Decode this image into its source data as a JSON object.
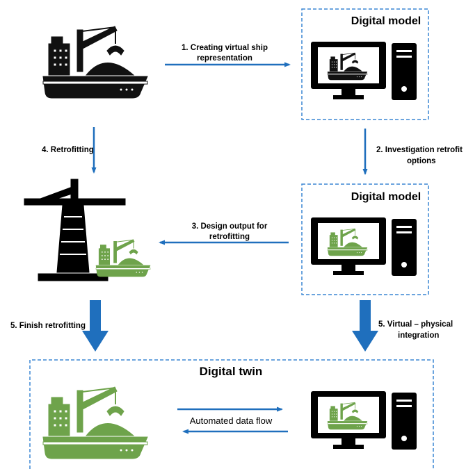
{
  "boxes": {
    "digital_model_top": "Digital model",
    "digital_model_mid": "Digital model",
    "digital_twin": "Digital twin"
  },
  "steps": {
    "s1_line1": "1. Creating virtual ship",
    "s1_line2": "representation",
    "s2_line1": "2. Investigation retrofit",
    "s2_line2": "options",
    "s3_line1": "3. Design output for",
    "s3_line2": "retrofitting",
    "s4": "4. Retrofitting",
    "s5_left": "5. Finish retrofitting",
    "s5_right_line1": "5. Virtual – physical",
    "s5_right_line2": "integration"
  },
  "flow_label": "Automated data flow",
  "colors": {
    "arrow_blue": "#1f6fbd",
    "dash_blue": "#3a86d4",
    "ship_black": "#111111",
    "ship_green": "#6ea34b",
    "monitor": "#000000"
  },
  "icons": [
    "ship-icon",
    "computer-icon",
    "crane-icon",
    "ship-green-icon"
  ]
}
